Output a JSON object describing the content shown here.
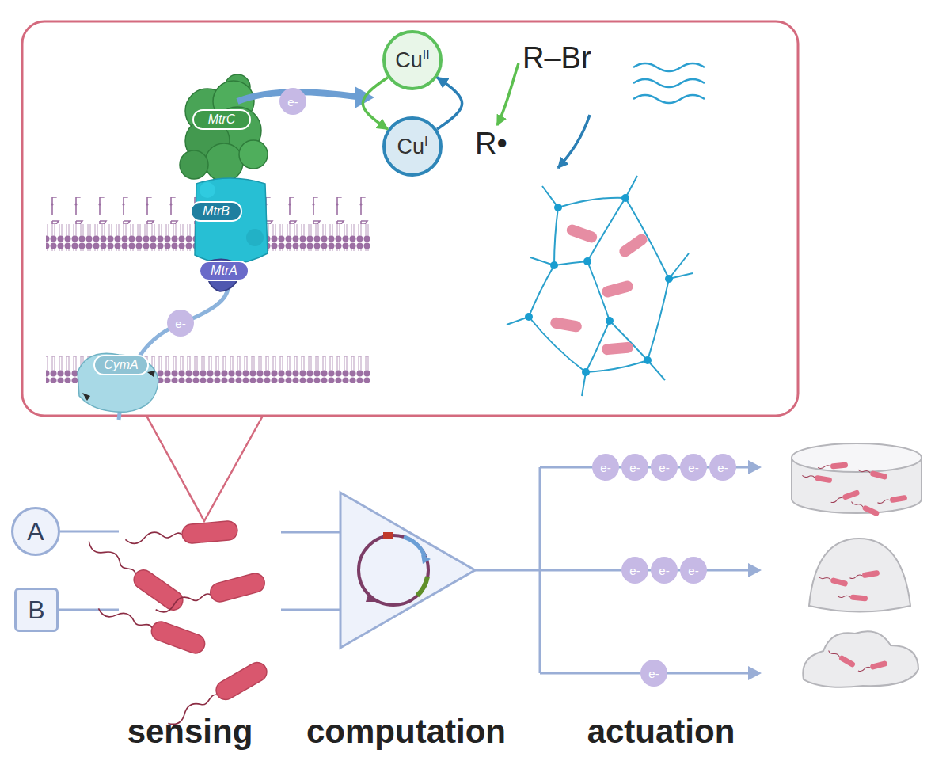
{
  "diagram": {
    "nodes": [
      {
        "text": [
          "MtrC"
        ]
      },
      {
        "text": [
          "e-"
        ]
      },
      {
        "text": [
          "Cu",
          "II"
        ]
      },
      {
        "text": [
          "Cu",
          "I"
        ]
      },
      {
        "text": [
          "MtrB"
        ]
      },
      {
        "text": [
          "MtrA"
        ]
      },
      {
        "text": [
          "e-"
        ]
      },
      {
        "text": [
          "CymA"
        ]
      },
      {
        "text": [
          "A"
        ]
      },
      {
        "text": [
          "B"
        ]
      },
      {
        "text": [
          "e-"
        ]
      },
      {
        "text": [
          "e-"
        ]
      },
      {
        "text": [
          "e-"
        ]
      },
      {
        "text": [
          "e-"
        ]
      },
      {
        "text": [
          "e-"
        ]
      },
      {
        "text": [
          "e-"
        ]
      },
      {
        "text": [
          "e-"
        ]
      },
      {
        "text": [
          "e-"
        ]
      },
      {
        "text": [
          "e-"
        ]
      }
    ],
    "edges": [
      {
        "from": 2,
        "to": 3,
        "arrow": "to"
      },
      {
        "from": 3,
        "to": 2,
        "arrow": "to"
      }
    ],
    "labels": [
      "R–Br",
      "R•",
      "sensing",
      "computation",
      "actuation"
    ]
  }
}
